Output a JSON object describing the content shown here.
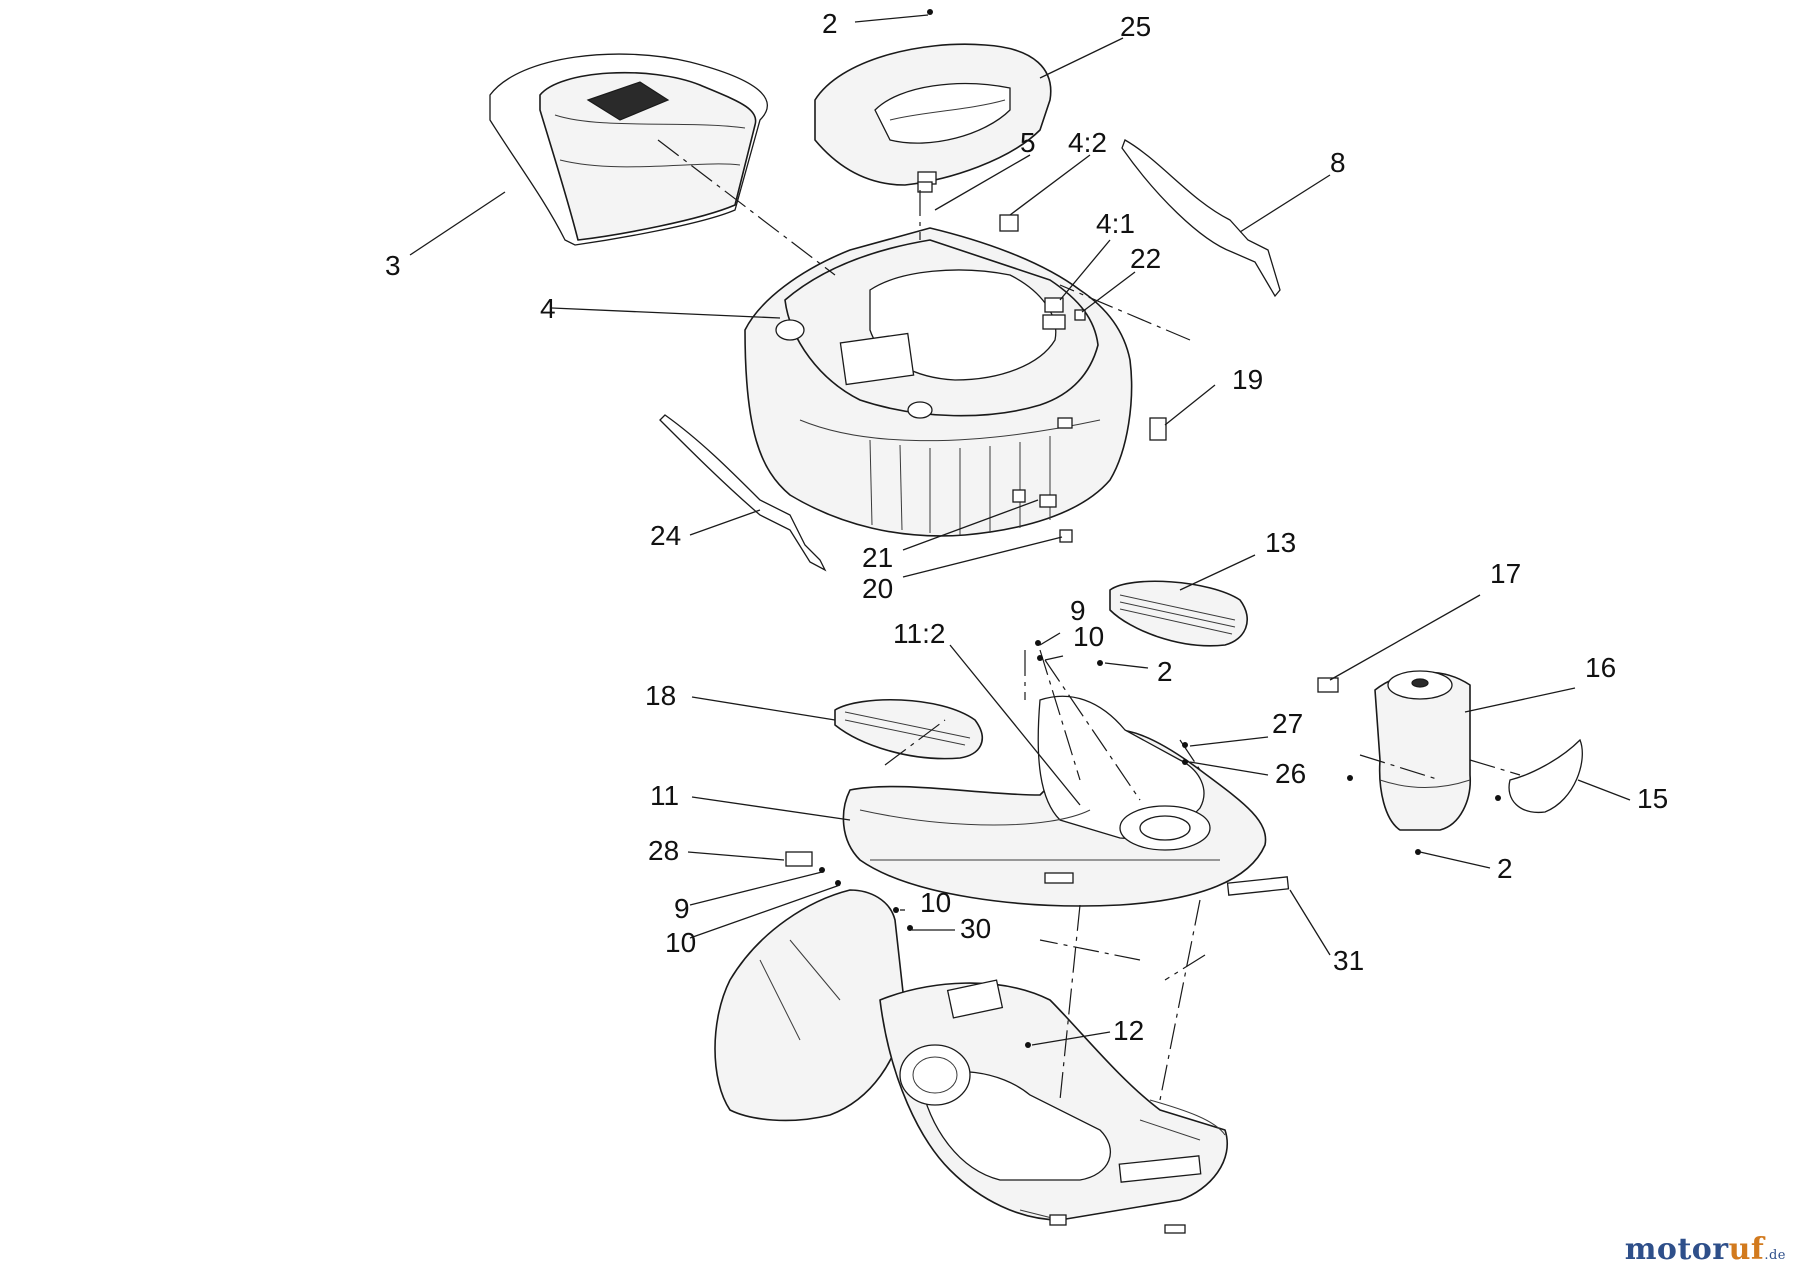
{
  "diagram": {
    "callouts": [
      {
        "id": "c-2-top",
        "label": "2"
      },
      {
        "id": "c-25",
        "label": "25"
      },
      {
        "id": "c-5",
        "label": "5"
      },
      {
        "id": "c-4-2",
        "label": "4:2"
      },
      {
        "id": "c-8",
        "label": "8"
      },
      {
        "id": "c-4-1",
        "label": "4:1"
      },
      {
        "id": "c-22",
        "label": "22"
      },
      {
        "id": "c-3",
        "label": "3"
      },
      {
        "id": "c-4",
        "label": "4"
      },
      {
        "id": "c-19",
        "label": "19"
      },
      {
        "id": "c-24",
        "label": "24"
      },
      {
        "id": "c-21",
        "label": "21"
      },
      {
        "id": "c-20",
        "label": "20"
      },
      {
        "id": "c-13",
        "label": "13"
      },
      {
        "id": "c-17",
        "label": "17"
      },
      {
        "id": "c-9-upper",
        "label": "9"
      },
      {
        "id": "c-10-upper",
        "label": "10"
      },
      {
        "id": "c-11-2",
        "label": "11:2"
      },
      {
        "id": "c-2-mid",
        "label": "2"
      },
      {
        "id": "c-16",
        "label": "16"
      },
      {
        "id": "c-18",
        "label": "18"
      },
      {
        "id": "c-27",
        "label": "27"
      },
      {
        "id": "c-26",
        "label": "26"
      },
      {
        "id": "c-15",
        "label": "15"
      },
      {
        "id": "c-11",
        "label": "11"
      },
      {
        "id": "c-28",
        "label": "28"
      },
      {
        "id": "c-2-right",
        "label": "2"
      },
      {
        "id": "c-9-lower",
        "label": "9"
      },
      {
        "id": "c-10-mid",
        "label": "10"
      },
      {
        "id": "c-30",
        "label": "30"
      },
      {
        "id": "c-10-lower",
        "label": "10"
      },
      {
        "id": "c-31",
        "label": "31"
      },
      {
        "id": "c-12",
        "label": "12"
      }
    ]
  },
  "watermark": {
    "part_a": "motor",
    "part_b": "uf",
    "part_c": ".de"
  },
  "colors": {
    "line": "#1a1a1a",
    "background": "#ffffff",
    "watermark_blue": "#2e4f8a",
    "watermark_orange": "#d27a1e"
  }
}
